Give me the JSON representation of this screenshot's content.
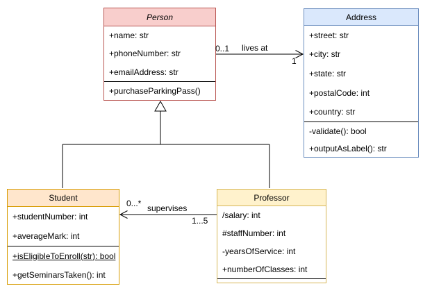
{
  "diagram": {
    "type": "uml-class-diagram",
    "background_color": "#ffffff",
    "classes": {
      "person": {
        "title": "Person",
        "abstract": true,
        "attributes": [
          "+name: str",
          "+phoneNumber: str",
          "+emailAddress: str"
        ],
        "methods": [
          "+purchaseParkingPass()"
        ],
        "header_fill": "#f8cecc",
        "border_color": "#b85450"
      },
      "address": {
        "title": "Address",
        "abstract": false,
        "attributes": [
          "+street: str",
          "+city: str",
          "+state: str",
          "+postalCode: int",
          "+country: str"
        ],
        "methods": [
          "-validate(): bool",
          "+outputAsLabel(): str"
        ],
        "header_fill": "#dae8fc",
        "border_color": "#6c8ebf"
      },
      "student": {
        "title": "Student",
        "abstract": false,
        "attributes": [
          "+studentNumber: int",
          "+averageMark: int"
        ],
        "methods": [
          "+isEligibleToEnroll(str): bool",
          "+getSeminarsTaken(): int"
        ],
        "static_methods": [
          "+isEligibleToEnroll(str): bool"
        ],
        "header_fill": "#ffe6cc",
        "border_color": "#d79b00"
      },
      "professor": {
        "title": "Professor",
        "abstract": false,
        "attributes": [
          "/salary: int",
          "#staffNumber: int",
          "-yearsOfService: int",
          "+numberOfClasses: int"
        ],
        "methods": [],
        "header_fill": "#fff2cc",
        "border_color": "#d6b656"
      }
    },
    "edges": {
      "lives_at": {
        "label": "lives at",
        "source": "Person",
        "target": "Address",
        "source_multiplicity": "0..1",
        "target_multiplicity": "1",
        "arrow": "open"
      },
      "supervises": {
        "label": "supervises",
        "source": "Professor",
        "target": "Student",
        "source_multiplicity": "1...5",
        "target_multiplicity": "0...*",
        "arrow": "open"
      },
      "inheritance": {
        "type": "generalization",
        "parent": "Person",
        "children": [
          "Student",
          "Professor"
        ],
        "arrow": "hollow-triangle"
      }
    }
  }
}
